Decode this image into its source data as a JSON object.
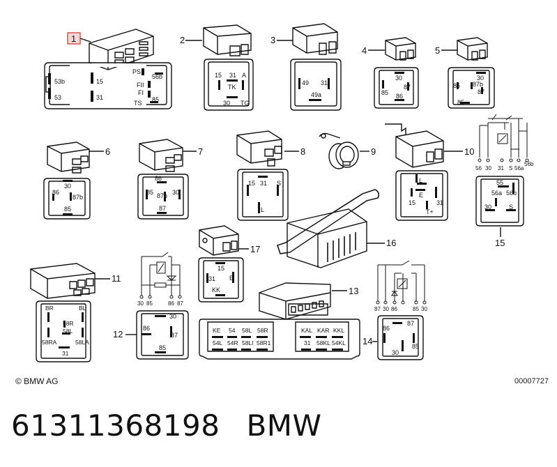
{
  "callouts": {
    "c1": "1",
    "c2": "2",
    "c3": "3",
    "c4": "4",
    "c5": "5",
    "c6": "6",
    "c7": "7",
    "c8": "8",
    "c9": "9",
    "c10": "10",
    "c11": "11",
    "c12": "12",
    "c13": "13",
    "c14": "14",
    "c15": "15",
    "c16": "16",
    "c17": "17"
  },
  "pins": {
    "p1": {
      "53b": "53b",
      "53": "53",
      "15": "15",
      "31": "31",
      "ps": "PS",
      "56b": "56b",
      "f2": "FII",
      "f1": "FI",
      "ts": "TS",
      "85": "85"
    },
    "p2": {
      "15": "15",
      "31": "31",
      "a": "A",
      "tk": "TK",
      "30": "30",
      "tg": "TG"
    },
    "p3": {
      "49": "49",
      "31": "31",
      "49a": "49a"
    },
    "p4": {
      "30": "30",
      "87": "87",
      "85": "85",
      "86": "86"
    },
    "p5": {
      "30": "30",
      "86": "86",
      "87b": "87b",
      "87": "87",
      "85": "85"
    },
    "p6": {
      "30": "30",
      "86": "86",
      "87b": "87b",
      "85": "85"
    },
    "p7": {
      "86": "86",
      "85": "85",
      "87b": "87b",
      "30": "30",
      "87": "87"
    },
    "p8": {
      "15": "15",
      "31": "31",
      "s": "S",
      "l": "L"
    },
    "p10": {
      "l": "L",
      "e": "E",
      "15": "15",
      "31": "31",
      "t": "T+"
    },
    "p10s": {
      "56": "56",
      "30": "30",
      "31": "31",
      "s": "S",
      "56a": "56a",
      "56b": "56b"
    },
    "p15": {
      "55": "55",
      "56a": "56a",
      "56b": "56b",
      "30": "30",
      "s": "S"
    },
    "p17": {
      "15": "15",
      "31": "31",
      "e": "E",
      "kk": "KK"
    },
    "p11": {
      "br": "BR",
      "bl": "BL",
      "58r": "58R",
      "58l": "58L",
      "58ra": "58RA",
      "58la": "58LA",
      "31": "31"
    },
    "p12": {
      "30": "30",
      "86": "86",
      "87": "87",
      "85": "85"
    },
    "p12s": {
      "30": "30",
      "85": "85",
      "86": "86",
      "87": "87"
    },
    "p13": {
      "ke": "KE",
      "54": "54",
      "58l": "58L",
      "58r": "58R",
      "54l": "54L",
      "54r": "54R",
      "58ll": "58LI",
      "58r1": "58R1",
      "kal": "KAL",
      "kar": "KAR",
      "kkl": "KKL",
      "31": "31",
      "58kl": "58KL",
      "54kl": "54KL"
    },
    "p14": {
      "86": "86",
      "87": "87",
      "85": "85",
      "30": "30"
    },
    "p14s": {
      "87": "87",
      "30": "30",
      "86": "86",
      "85": "85",
      "30b": "30"
    }
  },
  "footer": {
    "copyright": "© BMW AG",
    "doc_number": "00007727",
    "part_number": "61311368198",
    "brand": "BMW"
  },
  "colors": {
    "line": "#111111",
    "callout_box": "#d9534f",
    "callout_fill": "#f6d7d7"
  }
}
